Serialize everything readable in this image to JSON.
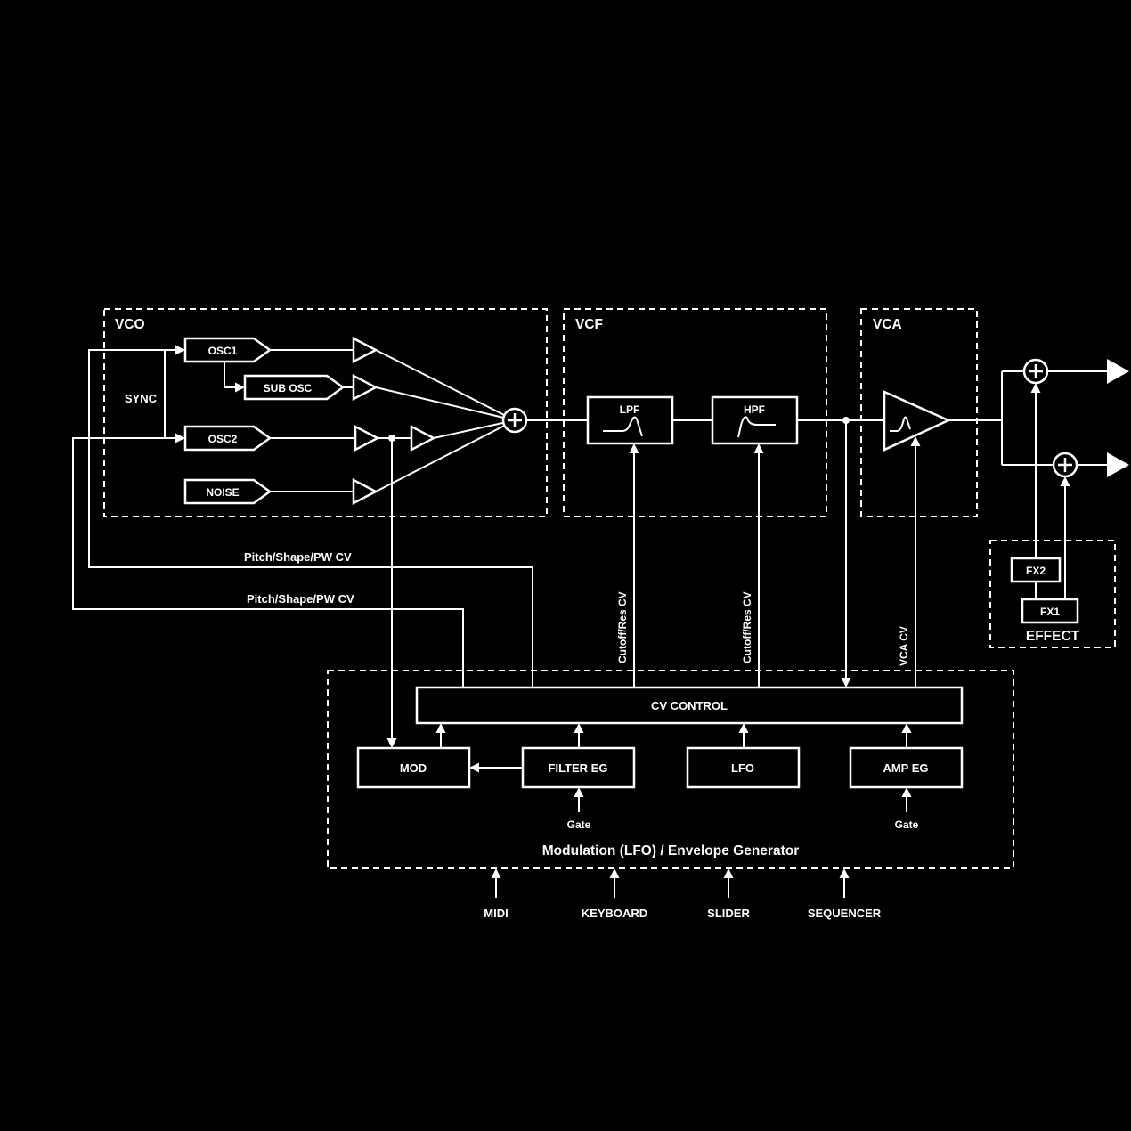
{
  "sections": {
    "vco": "VCO",
    "vcf": "VCF",
    "vca": "VCA",
    "effect": "EFFECT",
    "modulation": "Modulation (LFO) / Envelope Generator"
  },
  "blocks": {
    "osc1": "OSC1",
    "sub_osc": "SUB OSC",
    "osc2": "OSC2",
    "noise": "NOISE",
    "lpf": "LPF",
    "hpf": "HPF",
    "fx2": "FX2",
    "fx1": "FX1",
    "cv_control": "CV CONTROL",
    "mod": "MOD",
    "filter_eg": "FILTER EG",
    "lfo": "LFO",
    "amp_eg": "AMP EG"
  },
  "labels": {
    "sync": "SYNC",
    "pitch_shape_pw_cv_1": "Pitch/Shape/PW CV",
    "pitch_shape_pw_cv_2": "Pitch/Shape/PW CV",
    "cutoff_res_cv_1": "Cutoff/Res CV",
    "cutoff_res_cv_2": "Cutoff/Res CV",
    "vca_cv": "VCA CV",
    "gate_filter": "Gate",
    "gate_amp": "Gate"
  },
  "inputs": {
    "midi": "MIDI",
    "keyboard": "KEYBOARD",
    "slider": "SLIDER",
    "sequencer": "SEQUENCER"
  },
  "colors": {
    "background": "#000000",
    "line": "#ffffff",
    "text": "#ffffff"
  }
}
